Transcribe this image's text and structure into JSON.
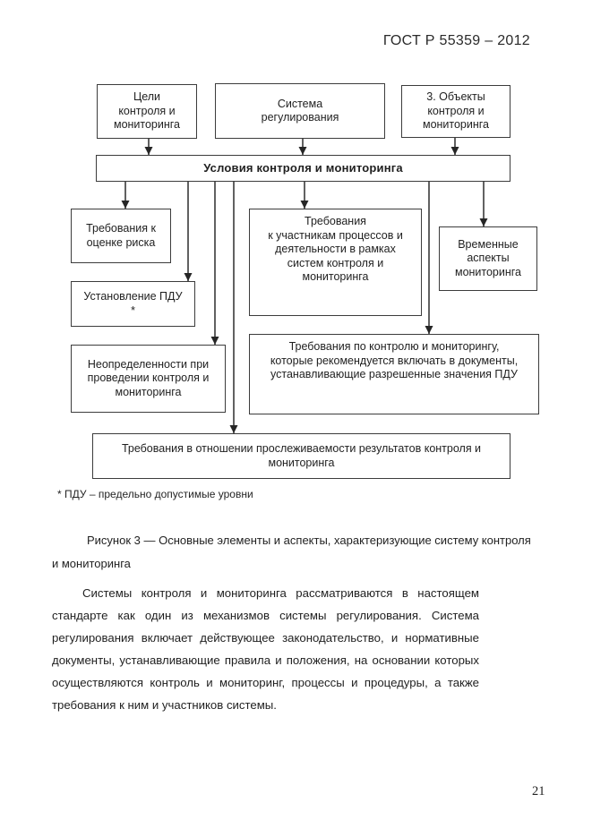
{
  "page": {
    "header": "ГОСТ Р 55359 – 2012",
    "page_number": "21",
    "footnote": "* ПДУ – предельно допустимые уровни",
    "figure_caption": {
      "line1": "Рисунок 3 — Основные элементы и аспекты, характеризующие систему контроля",
      "line2": "и мониторинга"
    },
    "paragraph_lines": [
      "Системы контроля и мониторинга рассматриваются в настоящем",
      "стандарте как один из механизмов системы регулирования. Система",
      "регулирования включает действующее законодательство, и нормативные",
      "документы, устанавливающие правила и положения, на основании которых",
      "осуществляются контроль и мониторинг, процессы и процедуры, а также",
      "требования к ним и участников системы."
    ]
  },
  "diagram": {
    "boxes": {
      "goals": "Цели\nконтроля и\nмониторинга",
      "regulation_system": "Система\nрегулирования",
      "objects": "3. Объекты\nконтроля и\nмониторинга",
      "conditions": "Условия контроля и мониторинга",
      "risk_assessment": "Требования к\nоценке риска",
      "pdu_setting": "Установление ПДУ\n*",
      "uncertainties": "Неопределенности при\nпроведении контроля и\nмониторинга",
      "participants": "Требования\nк участникам процессов и\nдеятельности в рамках\nсистем контроля и\nмониторинга",
      "temporal_aspects": "Временные\nаспекты\nмониторинга",
      "control_monitoring_requirements": "Требования по контролю и мониторингу,\nкоторые рекомендуется включать в документы,\nустанавливающие разрешенные значения ПДУ",
      "traceability": "Требования в отношении прослеживаемости результатов контроля и\nмониторинга"
    }
  }
}
